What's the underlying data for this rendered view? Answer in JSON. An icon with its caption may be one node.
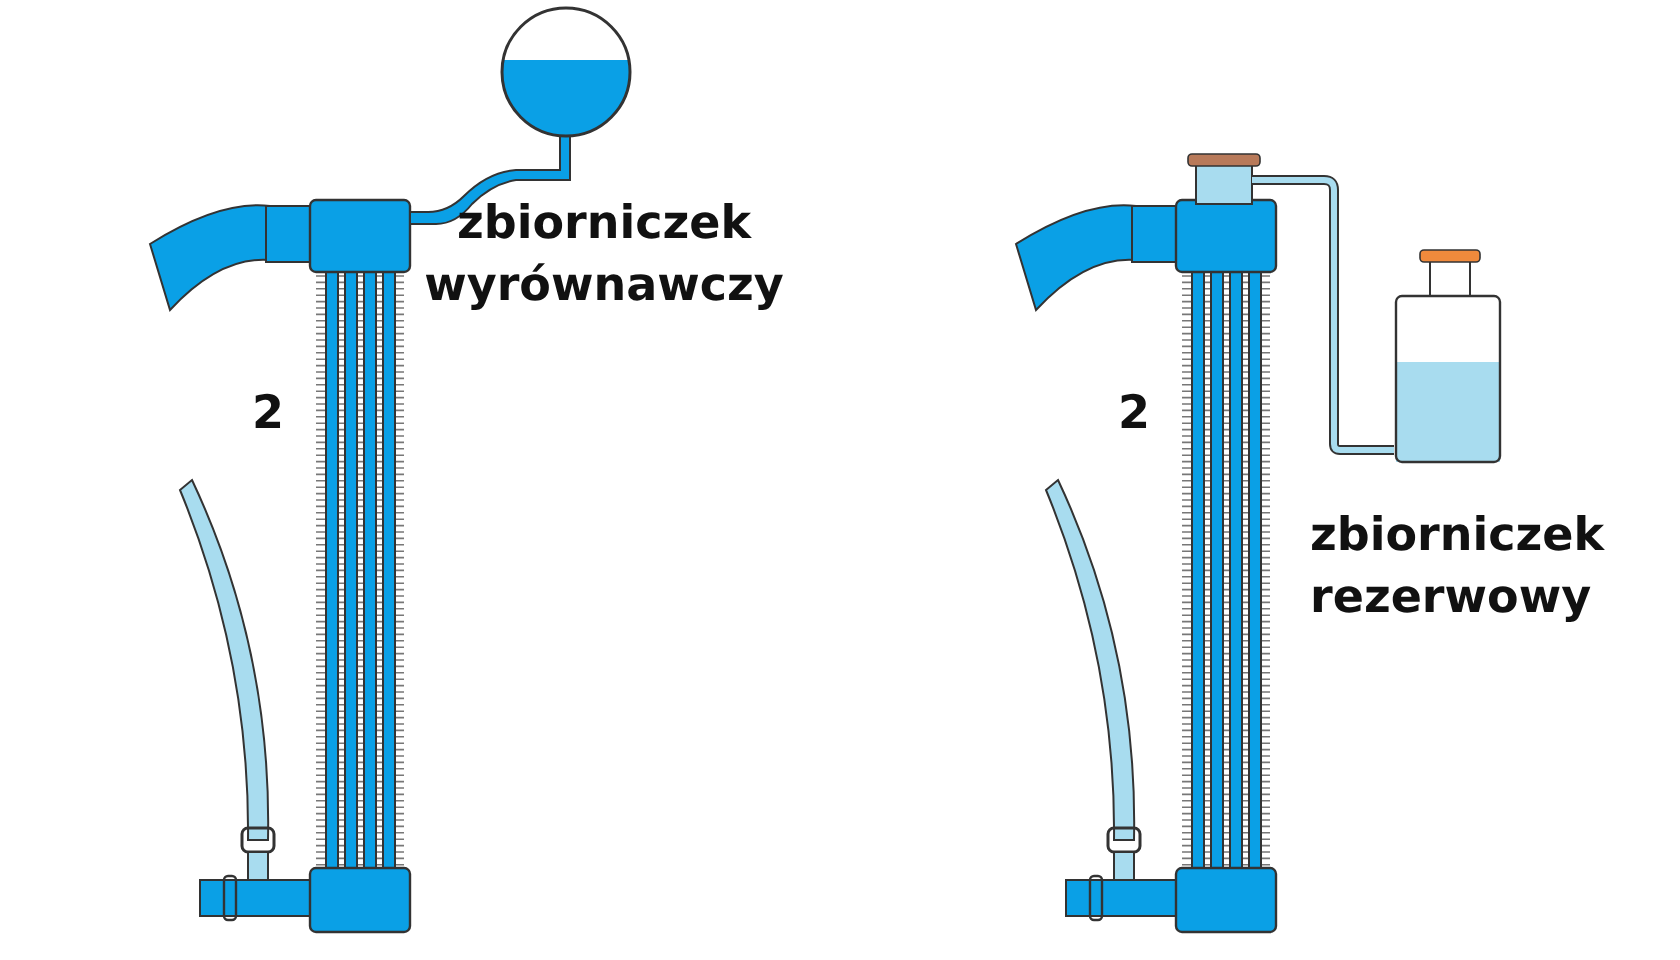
{
  "diagram": {
    "labels": [
      "2",
      "zbiorniczek wyrównawczy",
      "2",
      "zbiorniczek rezerwowy"
    ]
  }
}
